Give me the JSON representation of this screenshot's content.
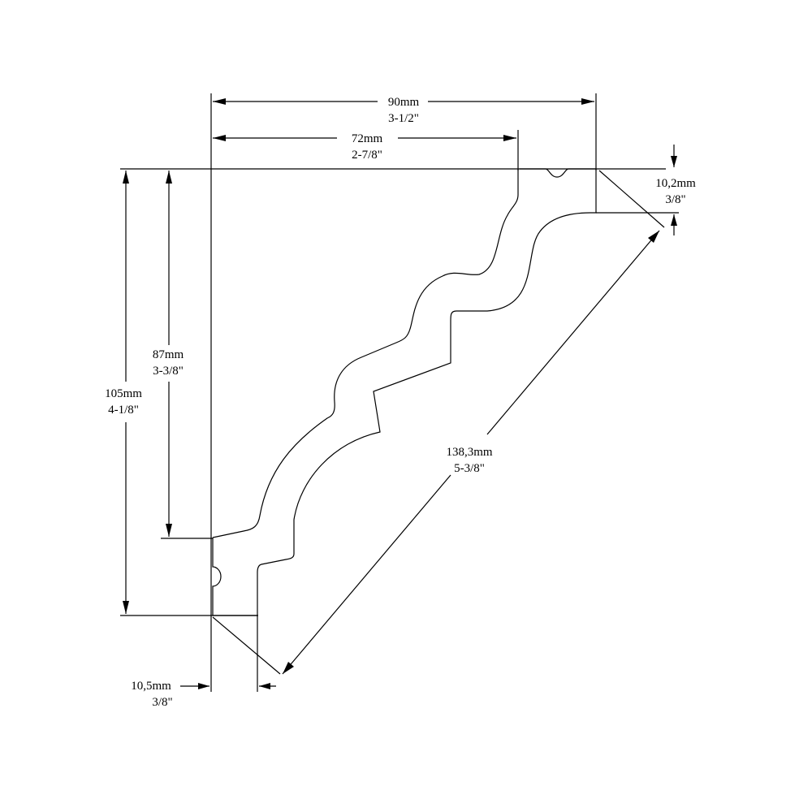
{
  "dimensions": {
    "overall_width": {
      "metric": "90mm",
      "imperial": "3-1/2\""
    },
    "top_width": {
      "metric": "72mm",
      "imperial": "2-7/8\""
    },
    "overall_height": {
      "metric": "105mm",
      "imperial": "4-1/8\""
    },
    "wall_height": {
      "metric": "87mm",
      "imperial": "3-3/8\""
    },
    "diagonal_face": {
      "metric": "138,3mm",
      "imperial": "5-3/8\""
    },
    "top_thickness": {
      "metric": "10,2mm",
      "imperial": "3/8\""
    },
    "bottom_thickness": {
      "metric": "10,5mm",
      "imperial": "3/8\""
    }
  },
  "colors": {
    "line": "#000000",
    "background": "#ffffff"
  }
}
